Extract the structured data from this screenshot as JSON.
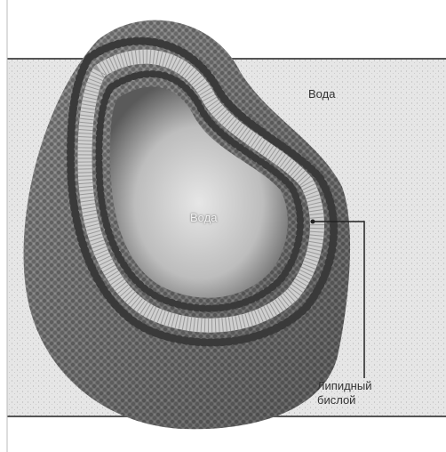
{
  "labels": {
    "water_outer": "Вода",
    "water_inner": "Вода",
    "bilayer_line1": "Липидный",
    "bilayer_line2": "бислой"
  },
  "colors": {
    "background": "#ffffff",
    "water_band": "#e9e9e9",
    "head_groups": "#3a3a3a",
    "tails": "#c9c9c9",
    "outer_surface": "#8a8a8a",
    "inner_cavity": "#d8d8d8",
    "leader_line": "#222222"
  }
}
